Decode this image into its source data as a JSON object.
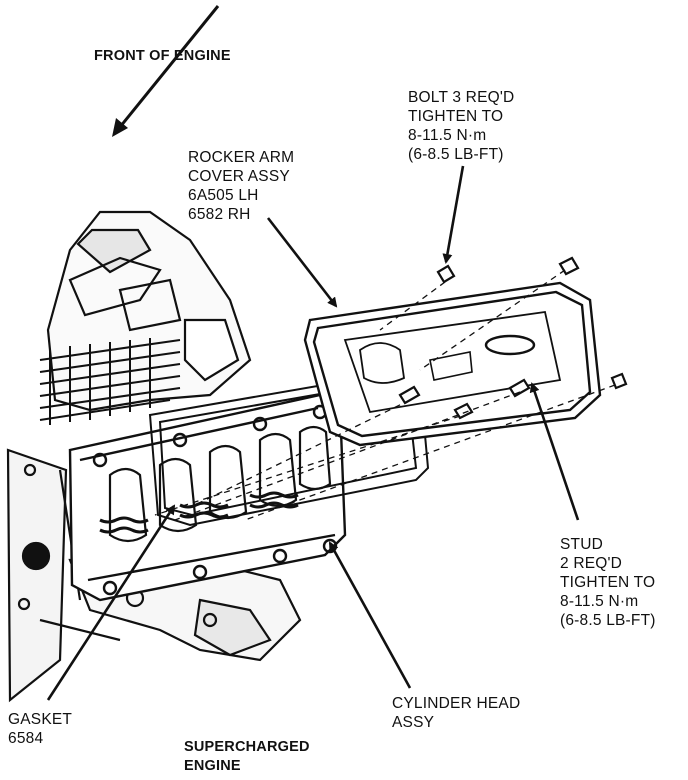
{
  "labels": {
    "front": [
      "FRONT OF ENGINE"
    ],
    "rocker": [
      "ROCKER ARM",
      "COVER ASSY",
      "6A505 LH",
      "6582 RH"
    ],
    "bolt": [
      "BOLT 3 REQ'D",
      "TIGHTEN TO",
      "8-11.5 N·m",
      "(6-8.5 LB-FT)"
    ],
    "stud": [
      "STUD",
      "2 REQ'D",
      "TIGHTEN TO",
      "8-11.5 N·m",
      "(6-8.5 LB-FT)"
    ],
    "gasket": [
      "GASKET",
      "6584"
    ],
    "cylinder": [
      "CYLINDER HEAD",
      "ASSY"
    ],
    "supercharged": [
      "SUPERCHARGED",
      "ENGINE"
    ]
  },
  "colors": {
    "ink": "#111111",
    "paper": "#ffffff"
  }
}
